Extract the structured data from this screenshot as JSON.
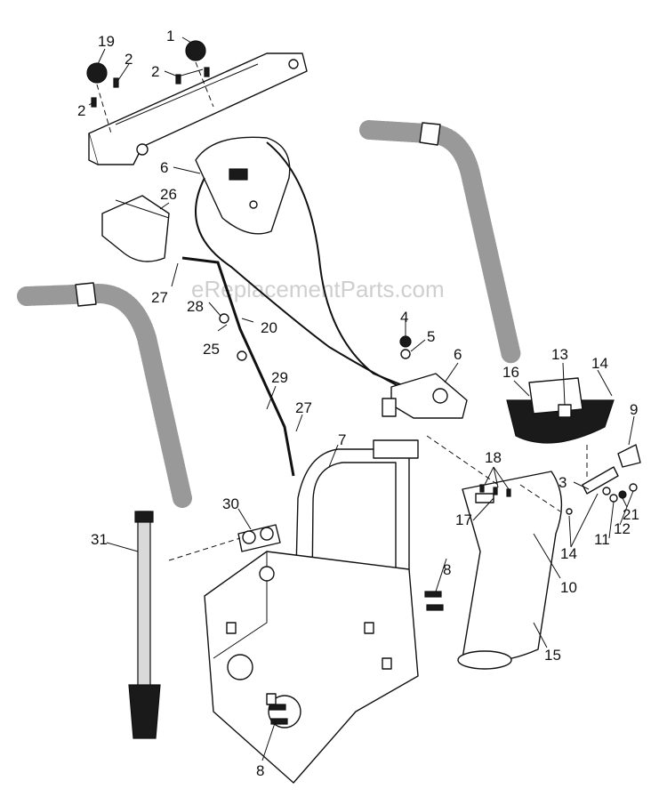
{
  "watermark": "eReplacementParts.com",
  "callouts": [
    {
      "id": "c19",
      "text": "19"
    },
    {
      "id": "c1",
      "text": "1"
    },
    {
      "id": "c2a",
      "text": "2"
    },
    {
      "id": "c2b",
      "text": "2"
    },
    {
      "id": "c2c",
      "text": "2"
    },
    {
      "id": "c6a",
      "text": "6"
    },
    {
      "id": "c26",
      "text": "26"
    },
    {
      "id": "c27a",
      "text": "27"
    },
    {
      "id": "c28",
      "text": "28"
    },
    {
      "id": "c25",
      "text": "25"
    },
    {
      "id": "c20",
      "text": "20"
    },
    {
      "id": "c4",
      "text": "4"
    },
    {
      "id": "c5",
      "text": "5"
    },
    {
      "id": "c6b",
      "text": "6"
    },
    {
      "id": "c13",
      "text": "13"
    },
    {
      "id": "c14a",
      "text": "14"
    },
    {
      "id": "c16",
      "text": "16"
    },
    {
      "id": "c29",
      "text": "29"
    },
    {
      "id": "c27b",
      "text": "27"
    },
    {
      "id": "c7",
      "text": "7"
    },
    {
      "id": "c9",
      "text": "9"
    },
    {
      "id": "c18",
      "text": "18"
    },
    {
      "id": "c3",
      "text": "3"
    },
    {
      "id": "c21",
      "text": "21"
    },
    {
      "id": "c17",
      "text": "17"
    },
    {
      "id": "c12",
      "text": "12"
    },
    {
      "id": "c11",
      "text": "11"
    },
    {
      "id": "c14b",
      "text": "14"
    },
    {
      "id": "c30",
      "text": "30"
    },
    {
      "id": "c31",
      "text": "31"
    },
    {
      "id": "c10",
      "text": "10"
    },
    {
      "id": "c8a",
      "text": "8"
    },
    {
      "id": "c15",
      "text": "15"
    },
    {
      "id": "c8b",
      "text": "8"
    }
  ]
}
